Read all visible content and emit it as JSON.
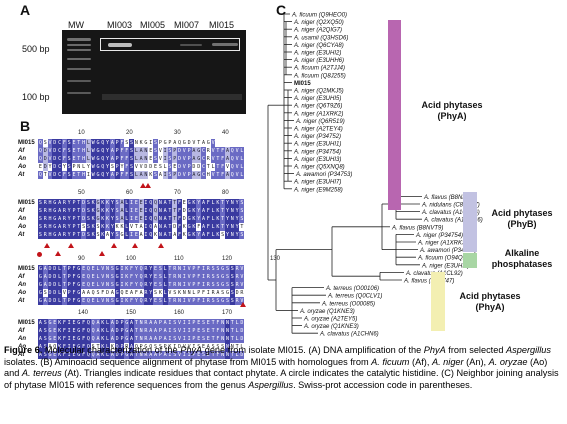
{
  "panels": {
    "a": "A",
    "b": "B",
    "c": "C"
  },
  "gel": {
    "lanes": [
      "MW",
      "MI003",
      "MI005",
      "MI007",
      "MI015"
    ],
    "bp_labels": [
      "500 bp",
      "100 bp"
    ],
    "band_colors": {
      "gel": "#161616",
      "band": "#bdbdbd",
      "box": "#e8e8e8"
    }
  },
  "alignment": {
    "rows": [
      "MI015",
      "Af",
      "An",
      "Ao",
      "At"
    ],
    "block1": {
      "ticks": [
        "10",
        "20",
        "30",
        "40"
      ],
      "seqs": [
        "QSVDCFSETHLWGQYAPFSSNKGISPGPAQGDVTAGV",
        "QDVDCFSETHLWGQYAPFFSLANESVISPDVPAGCRVTFAQVL",
        "QDVDCFSETHLWGQYAPFFSLANESVISPDVPAGCRVTFAQVL",
        "EDYDCYSPNLYWGQYSPYFSVVDDESLSEDVPDDCTLTFVQVL",
        "QTVDCFSETHIWGQYAPFFSLANKSAISPDVPAGCHVTFAQVL"
      ]
    },
    "block2": {
      "ticks": [
        "50",
        "60",
        "70",
        "80"
      ],
      "seqs": [
        "SRHGARYPTDSKGKKYSALIEEIQQNATTFEGKYAFLKTYNYSL",
        "SRHGARYPTDSKGKKYSALIEEIQQNATTFDGKYAFLKTYNYSL",
        "SRHGARYPTDSKGKKYSALIEEIQQNATTFDGKYAFLKTYNYSL",
        "SRHGARYPTSSKSKKYKKLVTAIQANATDFKGKFAFLKTYNYTL",
        "SRHGARYPTDSKSKAYSGLIEAIQKNATAFKGKYAFLKSYNYSL"
      ]
    },
    "block3": {
      "ticks": [
        "90",
        "100",
        "110",
        "120",
        "130"
      ],
      "seqs": [
        "GADDLTPFGEQELVNSGIKFYQRYESLTRNIVPFIRSSGSSRVI",
        "GADDLTPFGEQELVNSGIKFYQRYESLTRNIVPFIRSSGSSRVI",
        "GADDLTPFGEQELVNSGIKFYQRYESLTRNIVPFIRSSGSSRVI",
        "GSDDLVPFGAAQSFDAGQEAFARYSKLVSKNNLPFIRASGSDRVV",
        "GADDLTPFGEQELVNSGIKFYQRYESLTRNIVPFIRSSGSSRVI"
      ]
    },
    "block4": {
      "ticks": [
        "140",
        "150",
        "160",
        "170"
      ],
      "seqs": [
        "ASGEKFIEGFQQAKLADPGATNRAAPAISVIIPESETFNNTLD",
        "ASGEKFIEGFQQAKLADPGATNRAAPAISVIIPESETFNNTLD",
        "ASGEKFIEGFQQAKLADPGATNRAAPAISVIIPESETFNNTLD",
        "ASAQKFIEGFQSTKLKDPRAQPGQSSPKIDVVISEASSSNNTLD",
        "ASGEKFIEGFQQAKLADPGATNRAAPAISVIIPESETFNNTLD"
      ]
    }
  },
  "tree": {
    "leaves": [
      "A. ficuum (Q9HEO0)",
      "A. niger (Q2XQ50)",
      "A. niger (A2QIG7)",
      "A. usamii (Q3HSD6)",
      "A. niger (Q6CYA8)",
      "A. niger (E3UHI2)",
      "A. niger (E3UHH6)",
      "A. ficuum (A2TJJ4)",
      "A. ficuum (Q8J255)",
      "MI015",
      "A. niger (Q2MKJ5)",
      "A. niger (E3UHI5)",
      "A. niger (Q6T9Z6)",
      "A. niger (A1XRK2)",
      "A. niger (Q6R519)",
      "A. niger (A2TEY4)",
      "A. niger (P34752)",
      "A. niger (E3UHI1)",
      "A. niger (P34754)",
      "A. niger (E3UHI3)",
      "A. niger (Q5XNQ8)",
      "A. awamori (P34753)",
      "A. niger (E3UHI7)",
      "A. niger (E9M258)",
      "A. flavus (B8NK66)",
      "A. nidulans (C8VE57)",
      "A. clavatus (A1CD26)",
      "A. clavatus (A1CGB6)",
      "A. flavus (B8NVT9)",
      "A. niger (P34754)",
      "A. niger (A1XRK3)",
      "A. awamori (P34755)",
      "A. ficuum (O94Q11)",
      "A. niger (E3UHI9)",
      "A. clavatus (A1CL92)",
      "A. flavus (B8N747)",
      "A. terreus (O00106)",
      "A. terreus (Q0CLV1)",
      "A. terreus (O00085)",
      "A. oryzae (Q1KNE3)",
      "A. oryzae (A2TEY5)",
      "A. oryzae (Q1KNE3)",
      "A. clavatus (A1CHN6)"
    ],
    "clades": [
      {
        "label": "Acid phytases\n(PhyA)",
        "color": "#b866b0"
      },
      {
        "label": "Acid phytases\n(PhyB)",
        "color": "#c2c2e2"
      },
      {
        "label": "Alkaline\nphosphatases",
        "color": "#a8d6a4"
      },
      {
        "label": "Acid phytases\n(PhyA)",
        "color": "#f3efb2"
      }
    ]
  },
  "colors": {
    "aln_dark": "#3a3aa0",
    "aln_mid": "#6a6ac4",
    "aln_light": "#b8b8e2",
    "marker": "#c2141a"
  },
  "caption": {
    "fig_label": "Figure 6.",
    "t1": " Molecular characterization of the ",
    "gene1": "PhyA",
    "t2": " gene from isolate MI015. (A) DNA amplification of the ",
    "gene2": "PhyA",
    "t3": " from selected ",
    "genus1": "Aspergillus",
    "t4": " isolates. (B) Aminoacid sequence alignment of phytase from MI015 with homologues from ",
    "sp1": "A. ficuum",
    "t5": " (Af), ",
    "sp2": "A. niger",
    "t6": " (An), ",
    "sp3": "A. oryzae",
    "t7": " (Ao) and ",
    "sp4": "A. terreus",
    "t8": " (At). Triangles indicate residues that contact phytate. A circle indicates the catalytic histidine. (C) Neighbor joining analysis of phytase MI015 with reference sequences from the genus ",
    "genus2": "Aspergillus",
    "t9": ". Swiss-prot accession code in parentheses."
  }
}
